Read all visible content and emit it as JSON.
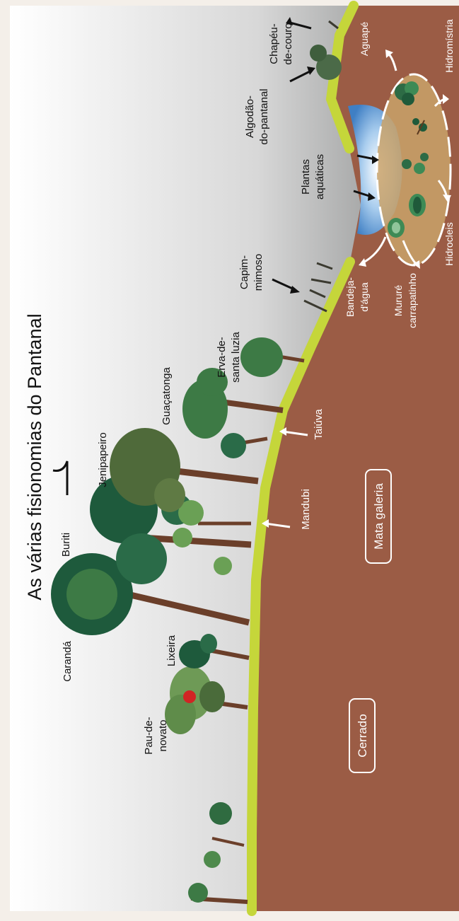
{
  "title": "As várias fisionomias do Pantanal",
  "regions": {
    "cerrado": "Cerrado",
    "mata_galeria": "Mata galeria"
  },
  "plants": {
    "carranda": "Carandá",
    "buriti": "Buriti",
    "jenipapeiro": "Jenipapeiro",
    "guacatonga": "Guaçatonga",
    "erva_1": "Erva-de-",
    "erva_2": "santa luzia",
    "capim_1": "Capim-",
    "capim_2": "mimoso",
    "plantas_1": "Plantas",
    "plantas_2": "aquáticas",
    "algodao_1": "Algodão-",
    "algodao_2": "do-pantanal",
    "chapeu_1": "Chapéu-",
    "chapeu_2": "de-couro",
    "pau_1": "Pau-de-",
    "pau_2": "novato",
    "lixeira": "Lixeira",
    "mandubi": "Mandubi",
    "taiuva": "Taiúva"
  },
  "aquatic": {
    "aguape": "Aguapé",
    "hidromistria": "Hidromístria",
    "hidrocleis": "Hidrocleis",
    "bandeja_1": "Bandeja-",
    "bandeja_2": "d'água",
    "murure_1": "Mururé",
    "murure_2": "carrapatinho"
  },
  "colors": {
    "soil": "#9b5c45",
    "grass": "#c5d63a",
    "tree_dark": "#1e5a3c",
    "tree_mid": "#3d7a45",
    "trunk": "#6b3f2a",
    "water": "#6fa6d8",
    "pond_bg": "#c9a26a"
  }
}
